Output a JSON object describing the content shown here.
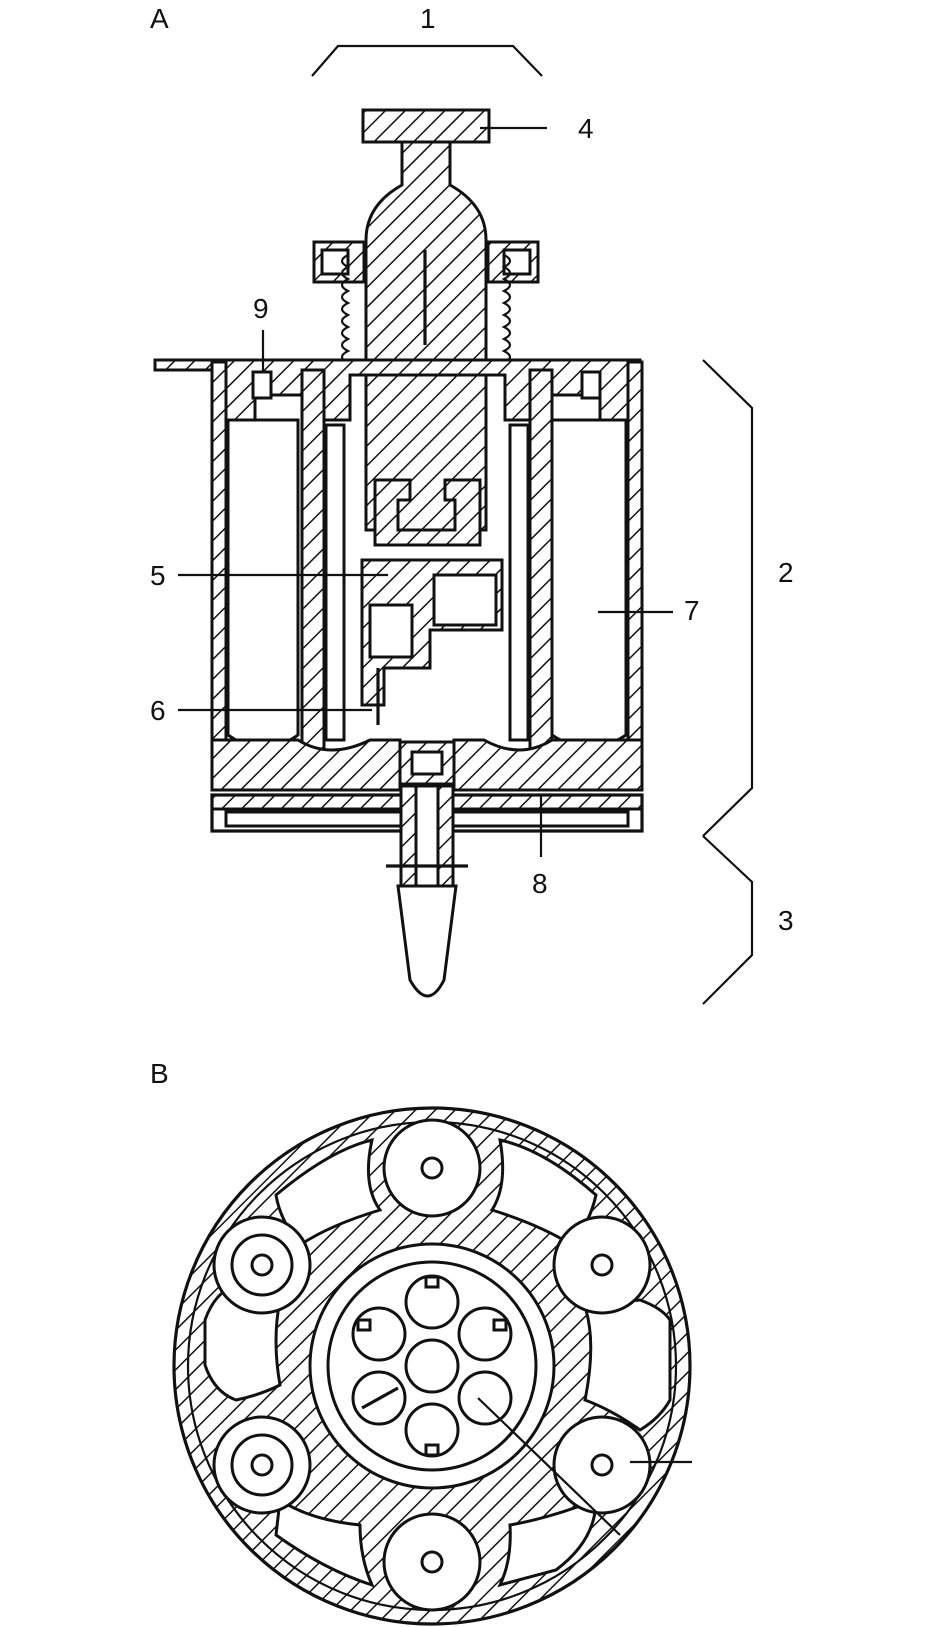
{
  "panels": {
    "a": "A",
    "b": "B"
  },
  "callouts": {
    "c1": "1",
    "c2": "2",
    "c3": "3",
    "c4": "4",
    "c5": "5",
    "c6": "6",
    "c7": "7",
    "c8": "8",
    "c9": "9"
  },
  "colors": {
    "ink": "#111111",
    "paper": "#ffffff"
  }
}
